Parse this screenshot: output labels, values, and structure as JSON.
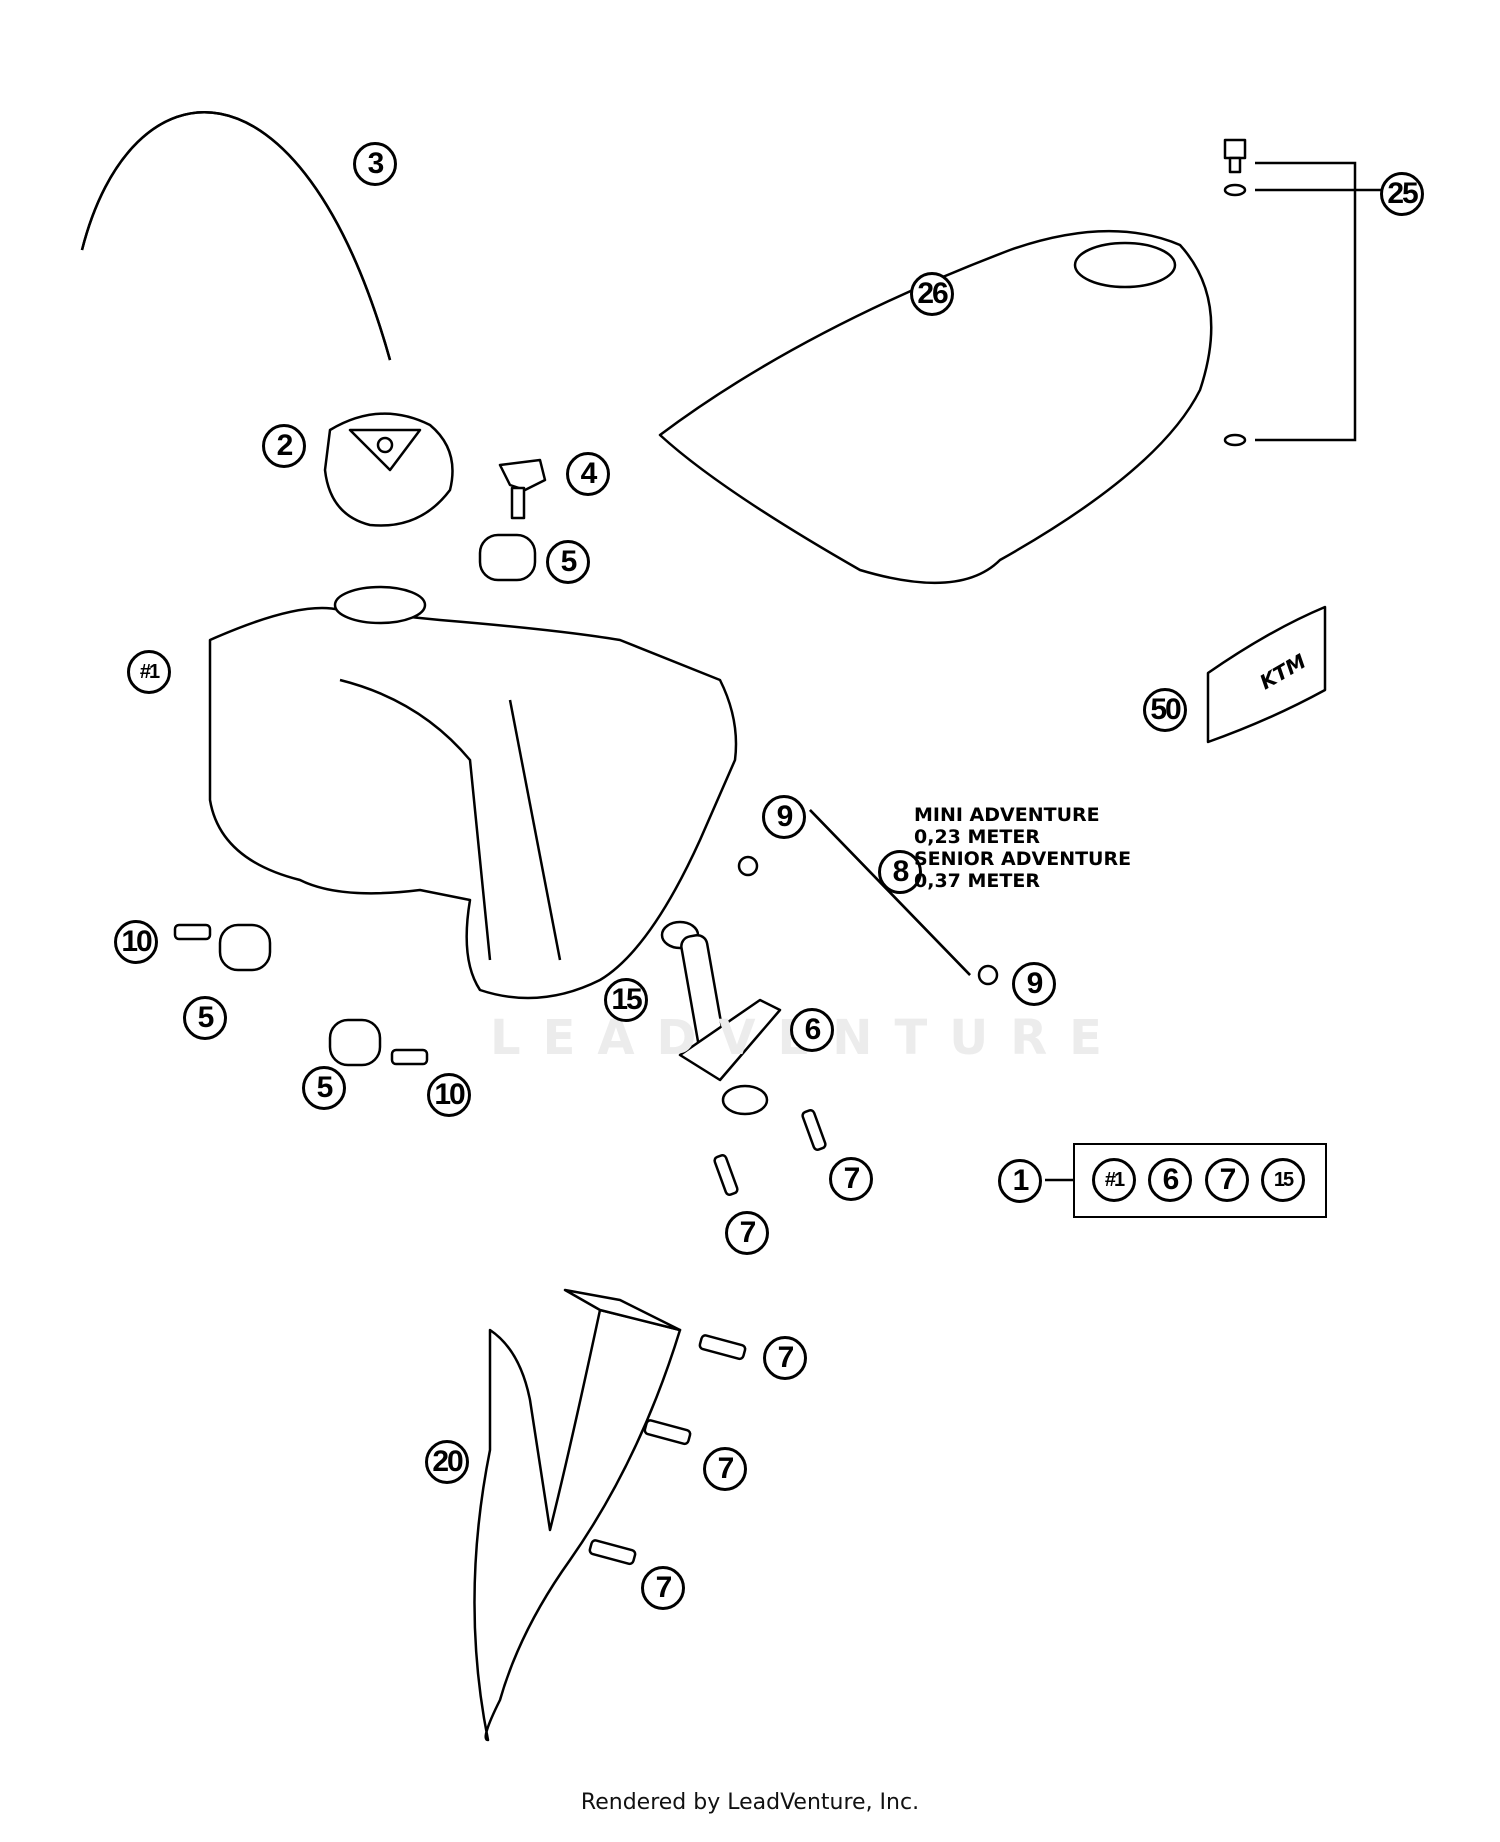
{
  "diagram": {
    "title": "Fuel tank, seat and spoiler exploded parts diagram",
    "watermark": "LEADVENTURE",
    "footer": "Rendered by LeadVenture, Inc.",
    "callouts": {
      "c3": "3",
      "c2": "2",
      "c4": "4",
      "c5a": "5",
      "c1tank": "#1",
      "c26": "26",
      "c25": "25",
      "c50": "50",
      "c9a": "9",
      "c8": "8",
      "c9b": "9",
      "c10a": "10",
      "c5b": "5",
      "c5c": "5",
      "c10b": "10",
      "c15": "15",
      "c6": "6",
      "c7a": "7",
      "c7b": "7",
      "c1": "1",
      "c20": "20",
      "c7c": "7",
      "c7d": "7",
      "c7e": "7"
    },
    "hose_note": [
      "MINI ADVENTURE",
      "0,23 METER",
      "SENIOR ADVENTURE",
      "0,37 METER"
    ],
    "kit": {
      "label": "1",
      "contents": [
        "#1",
        "6",
        "7",
        "15"
      ]
    },
    "decal_text": "KTM"
  }
}
